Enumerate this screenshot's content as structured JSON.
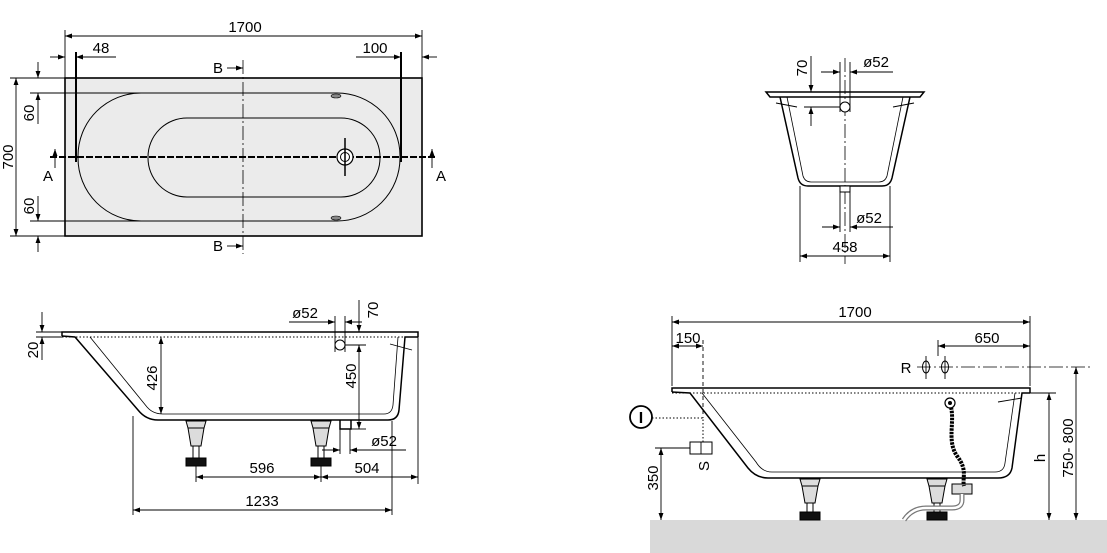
{
  "drawing": {
    "line_color": "#000000",
    "tub_fill": "#ebebeb",
    "floor_fill": "#d9d9d9"
  },
  "plan_view": {
    "overall_length": "1700",
    "left_rim_offset": "48",
    "right_rim_offset": "100",
    "overall_width": "700",
    "top_rim_width": "60",
    "bottom_rim_width": "60",
    "section_b_top": "B",
    "section_b_bottom": "B",
    "section_a_left": "A",
    "section_a_right": "A"
  },
  "end_section": {
    "overflow_height": "70",
    "overflow_diameter": "ø52",
    "drain_diameter": "ø52",
    "base_width": "458"
  },
  "side_section": {
    "rim_thickness": "20",
    "inner_depth": "426",
    "overflow_diameter": "ø52",
    "overflow_height": "70",
    "drain_depth": "450",
    "drain_diameter": "ø52",
    "feet_spacing": "596",
    "foot_to_end": "504",
    "base_length": "1233"
  },
  "installation": {
    "overall_length": "1700",
    "supply_offset": "150",
    "waste_offset": "650",
    "overflow_label": "R",
    "inlet_symbol": "I",
    "supply_label": "S",
    "supply_height": "350",
    "rim_height_label": "h",
    "rim_height_range": "750- 800"
  }
}
